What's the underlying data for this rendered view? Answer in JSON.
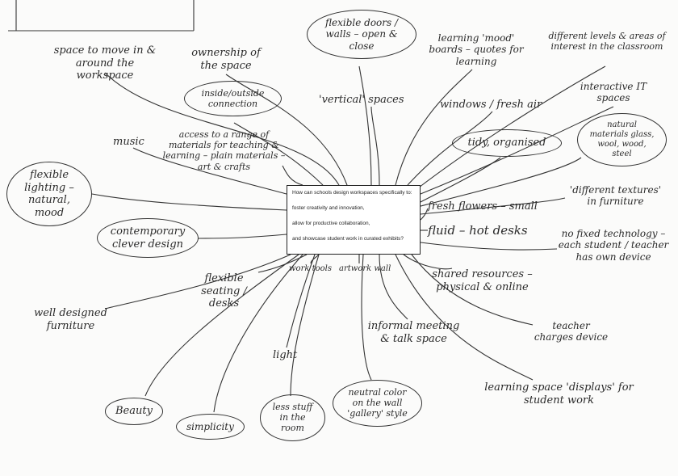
{
  "central_question": {
    "lines": [
      "How can schools design workspaces specifically to:",
      "foster creativity and innovation,",
      "allow for productive collaboration,",
      "and showcase student work in curated exhibits?"
    ]
  },
  "ideas": [
    "space to move in & around the workspace",
    "ownership of the space",
    "flexible doors / walls – open & close",
    "learning 'mood' boards – quotes for learning",
    "different levels & areas of interest in the classroom",
    "'vertical' spaces",
    "windows / fresh air",
    "interactive IT spaces",
    "music",
    "inside/outside connection",
    "access to a range of materials for teaching & learning – plain materials – art & crafts",
    "tidy, organised",
    "natural materials glass, wool, wood, steel",
    "'different textures' in furniture",
    "flexible lighting – natural, mood",
    "fresh flowers – small",
    "fluid – hot desks",
    "no fixed technology – each student / teacher has own device",
    "contemporary clever design",
    "flexible seating / desks",
    "work tools",
    "artwork wall",
    "shared resources – physical & online",
    "well designed furniture",
    "teacher charges device",
    "informal meeting & talk space",
    "light",
    "learning space 'displays' for student work",
    "Beauty",
    "simplicity",
    "less stuff in the room",
    "neutral color on the wall 'gallery' style"
  ]
}
